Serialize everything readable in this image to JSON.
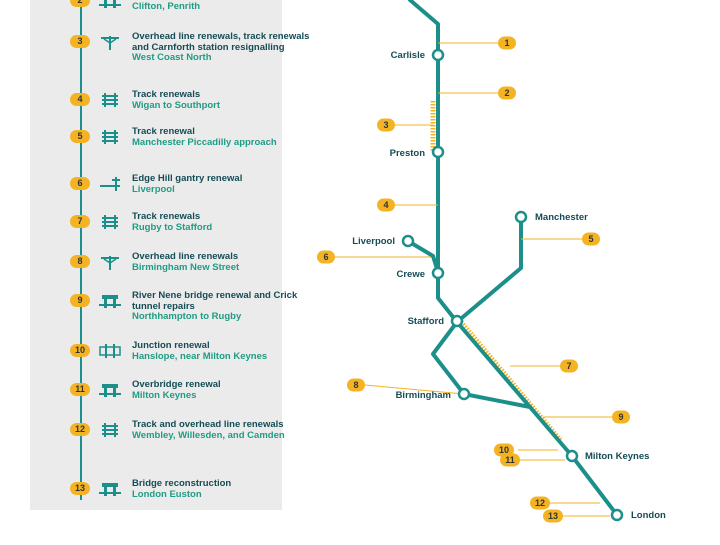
{
  "legend": {
    "items": [
      {
        "num": "2",
        "icon": "overbridge-icon",
        "title": "M6 overbridge renewal",
        "loc": "Clifton, Penrith"
      },
      {
        "num": "3",
        "icon": "overhead-line-icon",
        "title": "Overhead line renewals, track renewals and Carnforth station resignalling",
        "loc": "West Coast North"
      },
      {
        "num": "4",
        "icon": "track-icon",
        "title": "Track renewals",
        "loc": "Wigan to Southport"
      },
      {
        "num": "5",
        "icon": "track-icon",
        "title": "Track renewal",
        "loc": "Manchester Piccadilly approach"
      },
      {
        "num": "6",
        "icon": "gantry-icon",
        "title": "Edge Hill gantry renewal",
        "loc": "Liverpool"
      },
      {
        "num": "7",
        "icon": "track-icon",
        "title": "Track renewals",
        "loc": "Rugby to Stafford"
      },
      {
        "num": "8",
        "icon": "overhead-line-icon",
        "title": "Overhead line renewals",
        "loc": "Birmingham New Street"
      },
      {
        "num": "9",
        "icon": "bridge-icon",
        "title": "River Nene bridge renewal and Crick tunnel repairs",
        "loc": "Northhampton to Rugby"
      },
      {
        "num": "10",
        "icon": "junction-icon",
        "title": "Junction renewal",
        "loc": "Hanslope, near Milton Keynes"
      },
      {
        "num": "11",
        "icon": "overbridge-icon",
        "title": "Overbridge renewal",
        "loc": "Milton Keynes"
      },
      {
        "num": "12",
        "icon": "track-icon",
        "title": "Track and overhead line renewals",
        "loc": "Wembley, Willesden, and Camden"
      },
      {
        "num": "13",
        "icon": "bridge-icon",
        "title": "Bridge reconstruction",
        "loc": "London Euston"
      }
    ]
  },
  "map": {
    "stations": [
      "Carlisle",
      "Preston",
      "Manchester",
      "Liverpool",
      "Crewe",
      "Stafford",
      "Birmingham",
      "Milton Keynes",
      "London"
    ],
    "markers": [
      "1",
      "2",
      "3",
      "4",
      "5",
      "6",
      "7",
      "8",
      "9",
      "10",
      "11",
      "12",
      "13"
    ]
  },
  "colors": {
    "line": "#1c8f8b",
    "badge": "#f3b323",
    "title": "#154c55",
    "location": "#1f9c84",
    "panel": "#ebebeb"
  }
}
